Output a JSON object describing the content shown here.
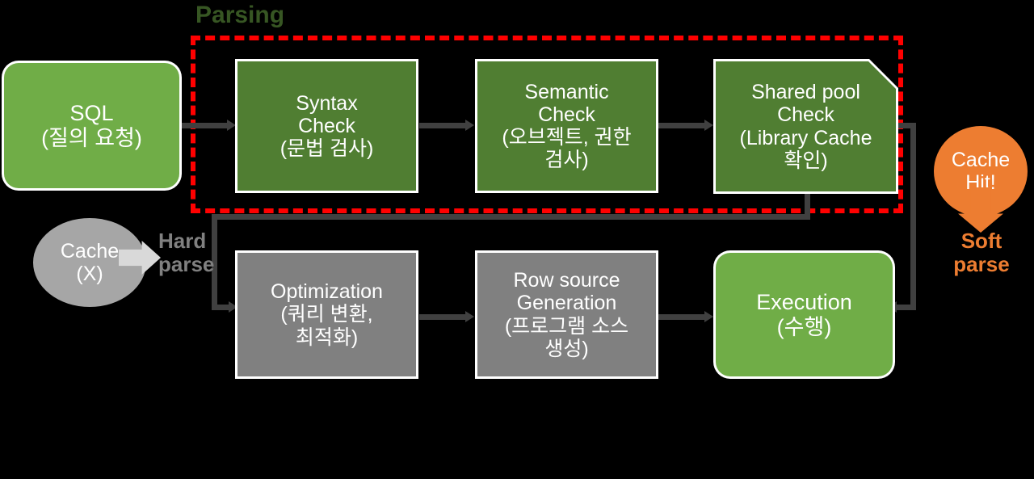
{
  "diagram": {
    "title": "SQL Parsing Flow",
    "colors": {
      "background": "#000000",
      "terminator_green": "#70AD47",
      "process_green": "#507E32",
      "process_gray": "#808080",
      "cache_gray": "#A6A6A6",
      "cache_hit_orange": "#ED7D31",
      "connector_gray": "#404040",
      "parsing_border_red": "#FF0000",
      "parsing_label_green": "#375623"
    },
    "labels": {
      "parsing": "Parsing",
      "hard_parse": "Hard\nparse",
      "soft_parse": "Soft\nparse"
    },
    "nodes": {
      "sql": {
        "line1": "SQL",
        "line2": "(질의 요청)"
      },
      "syntax_check": {
        "line1": "Syntax",
        "line2": "Check",
        "line3": "(문법 검사)"
      },
      "semantic_check": {
        "line1": "Semantic",
        "line2": "Check",
        "line3": "(오브젝트, 권한",
        "line4": "검사)"
      },
      "shared_pool_check": {
        "line1": "Shared pool",
        "line2": "Check",
        "line3": "(Library Cache",
        "line4": "확인)"
      },
      "optimization": {
        "line1": "Optimization",
        "line2": "(쿼리 변환,",
        "line3": "최적화)"
      },
      "row_source_generation": {
        "line1": "Row source",
        "line2": "Generation",
        "line3": "(프로그램 소스",
        "line4": "생성)"
      },
      "execution": {
        "line1": "Execution",
        "line2": "(수행)"
      },
      "cache_miss": {
        "line1": "Cache",
        "line2": "(X)"
      },
      "cache_hit": {
        "line1": "Cache",
        "line2": "Hit!"
      }
    }
  }
}
